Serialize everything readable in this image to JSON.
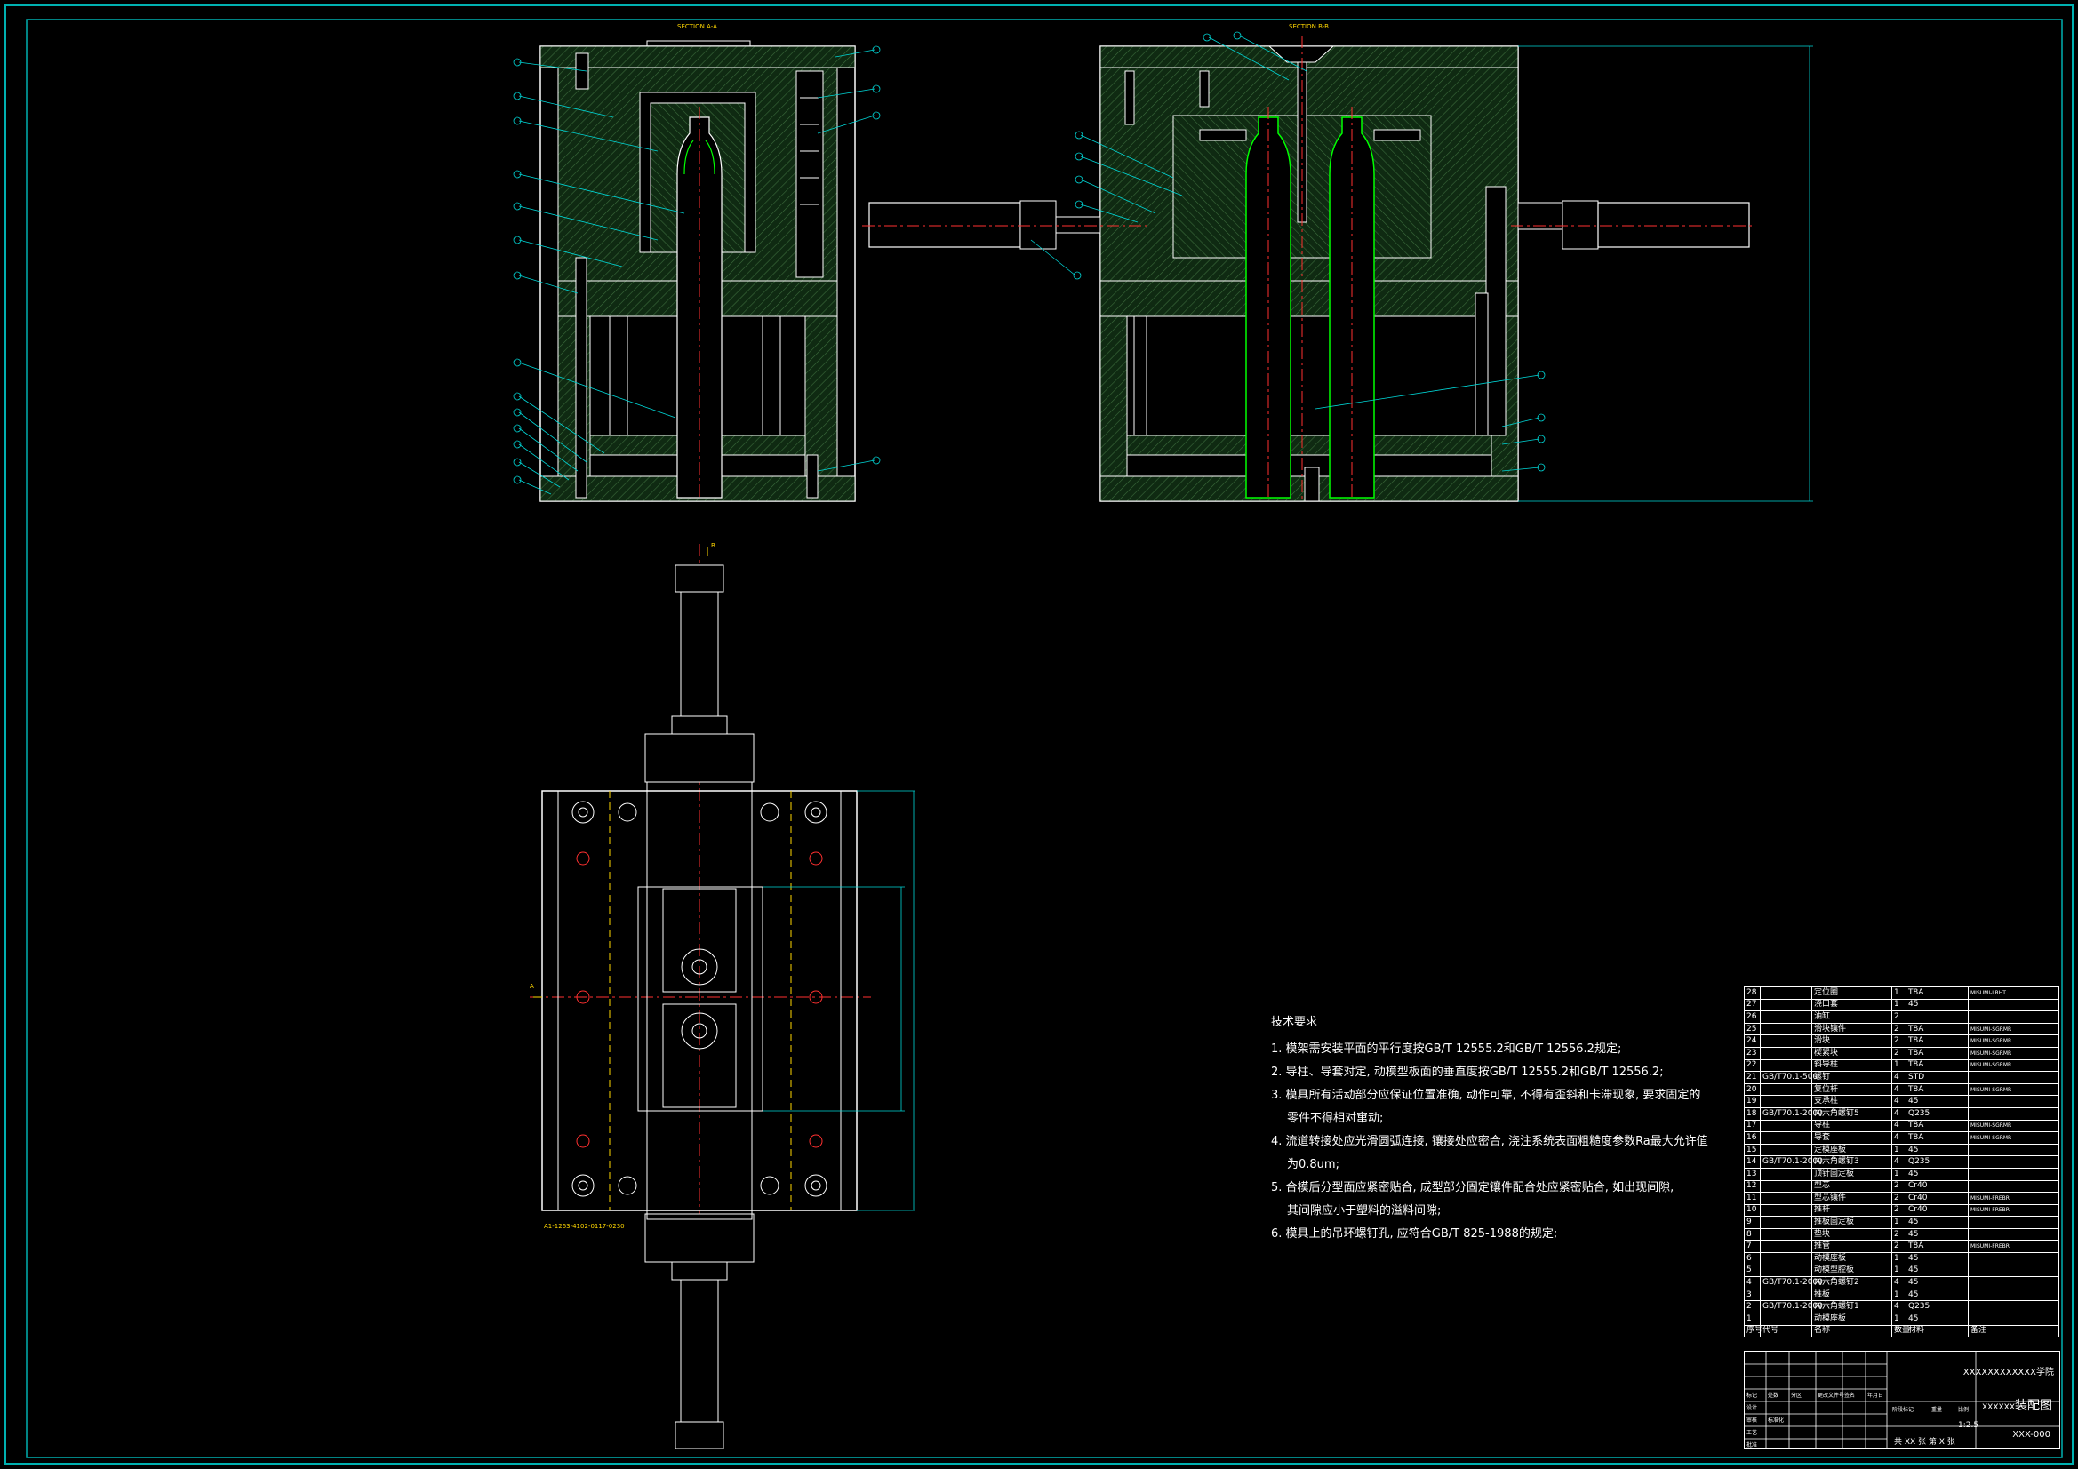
{
  "views": {
    "section_a": "SECTION A-A",
    "section_b": "SECTION B-B",
    "plan_note": "A1-1263-4102-0117-0230",
    "label_a": "A",
    "label_b": "B"
  },
  "requirements": {
    "heading": "技术要求",
    "items": [
      "1. 模架需安装平面的平行度按GB/T 12555.2和GB/T 12556.2规定;",
      "2. 导柱、导套对定, 动模型板面的垂直度按GB/T 12555.2和GB/T 12556.2;",
      "3. 模具所有活动部分应保证位置准确, 动作可靠, 不得有歪斜和卡滞现象, 要求固定的",
      "零件不得相对窜动;",
      "4. 流道转接处应光滑圆弧连接, 镶接处应密合, 浇注系统表面粗糙度参数Ra最大允许值",
      "为0.8um;",
      "5. 合模后分型面应紧密贴合, 成型部分固定镶件配合处应紧密贴合, 如出现间隙,",
      "其间隙应小于塑料的溢料间隙;",
      "6. 模具上的吊环螺钉孔, 应符合GB/T 825-1988的规定;"
    ]
  },
  "bom": {
    "rows": [
      [
        "28",
        "",
        "定位圈",
        "1",
        "T8A",
        "MISUMI-LRHT"
      ],
      [
        "27",
        "",
        "浇口套",
        "1",
        "45",
        ""
      ],
      [
        "26",
        "",
        "油缸",
        "2",
        "",
        ""
      ],
      [
        "25",
        "",
        "滑块镶件",
        "2",
        "T8A",
        "MISUMI-SGRMR"
      ],
      [
        "24",
        "",
        "滑块",
        "2",
        "T8A",
        "MISUMI-SGRMR"
      ],
      [
        "23",
        "",
        "楔紧块",
        "2",
        "T8A",
        "MISUMI-SGRMR"
      ],
      [
        "22",
        "",
        "斜导柱",
        "1",
        "T8A",
        "MISUMI-SGRMR"
      ],
      [
        "21",
        "GB/T70.1-500",
        "螺钉",
        "4",
        "STD",
        ""
      ],
      [
        "20",
        "",
        "复位杆",
        "4",
        "T8A",
        "MISUMI-SGRMR"
      ],
      [
        "19",
        "",
        "支承柱",
        "4",
        "45",
        ""
      ],
      [
        "18",
        "GB/T70.1-2000",
        "内六角螺钉5",
        "4",
        "Q235",
        ""
      ],
      [
        "17",
        "",
        "导柱",
        "4",
        "T8A",
        "MISUMI-SGRMR"
      ],
      [
        "16",
        "",
        "导套",
        "4",
        "T8A",
        "MISUMI-SGRMR"
      ],
      [
        "15",
        "",
        "定模座板",
        "1",
        "45",
        ""
      ],
      [
        "14",
        "GB/T70.1-2000",
        "内六角螺钉3",
        "4",
        "Q235",
        ""
      ],
      [
        "13",
        "",
        "顶针固定板",
        "1",
        "45",
        ""
      ],
      [
        "12",
        "",
        "型芯",
        "2",
        "Cr40",
        ""
      ],
      [
        "11",
        "",
        "型芯镶件",
        "2",
        "Cr40",
        "MISUMI-FREBR"
      ],
      [
        "10",
        "",
        "推杆",
        "2",
        "Cr40",
        "MISUMI-FREBR"
      ],
      [
        "9",
        "",
        "推板固定板",
        "1",
        "45",
        ""
      ],
      [
        "8",
        "",
        "垫块",
        "2",
        "45",
        ""
      ],
      [
        "7",
        "",
        "推管",
        "2",
        "T8A",
        "MISUMI-FREBR"
      ],
      [
        "6",
        "",
        "动模座板",
        "1",
        "45",
        ""
      ],
      [
        "5",
        "",
        "动模型腔板",
        "1",
        "45",
        ""
      ],
      [
        "4",
        "GB/T70.1-2000",
        "内六角螺钉2",
        "4",
        "45",
        ""
      ],
      [
        "3",
        "",
        "推板",
        "1",
        "45",
        ""
      ],
      [
        "2",
        "GB/T70.1-2000",
        "内六角螺钉1",
        "4",
        "Q235",
        ""
      ],
      [
        "1",
        "",
        "动模座板",
        "1",
        "45",
        ""
      ]
    ],
    "header": [
      "序号",
      "代号",
      "名称",
      "数量",
      "材料",
      "备注"
    ]
  },
  "title_block": {
    "school": "XXXXXXXXXXXX学院",
    "drawing_name_prefix": "XXXXXX",
    "drawing_name": "装配图",
    "code": "XXX-000",
    "scale": "1:2.5",
    "sheet": "共 XX 张  第 X 张",
    "cells": [
      "标记",
      "处数",
      "分区",
      "更改文件号",
      "签名",
      "年月日",
      "设计",
      "标准化",
      "阶段标记",
      "重量",
      "比例",
      "审核",
      "工艺",
      "批准"
    ]
  },
  "colors": {
    "background": "#000000",
    "line": "#ffffff",
    "hatch": "#1f3d1f",
    "part_green": "#00ff00",
    "center_red": "#ff3030",
    "dim_cyan": "#00d8d8",
    "label_yellow": "#ffd700"
  }
}
